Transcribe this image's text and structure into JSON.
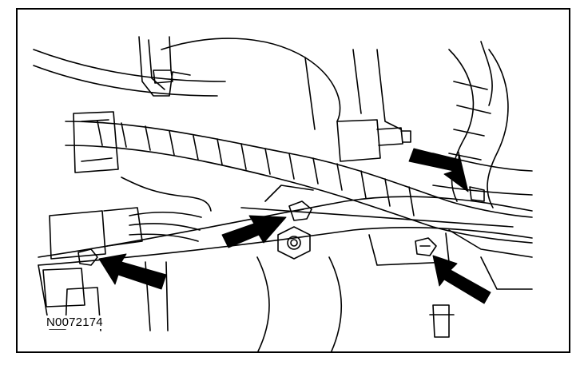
{
  "figure": {
    "reference_code": "N0072174",
    "line_color": "#000000",
    "background_color": "#ffffff"
  },
  "callouts": [
    {
      "name": "arrow-left-lower",
      "icon": "arrow-icon"
    },
    {
      "name": "arrow-center",
      "icon": "arrow-icon"
    },
    {
      "name": "arrow-right-upper",
      "icon": "arrow-icon"
    },
    {
      "name": "arrow-right-lower",
      "icon": "arrow-icon"
    }
  ]
}
